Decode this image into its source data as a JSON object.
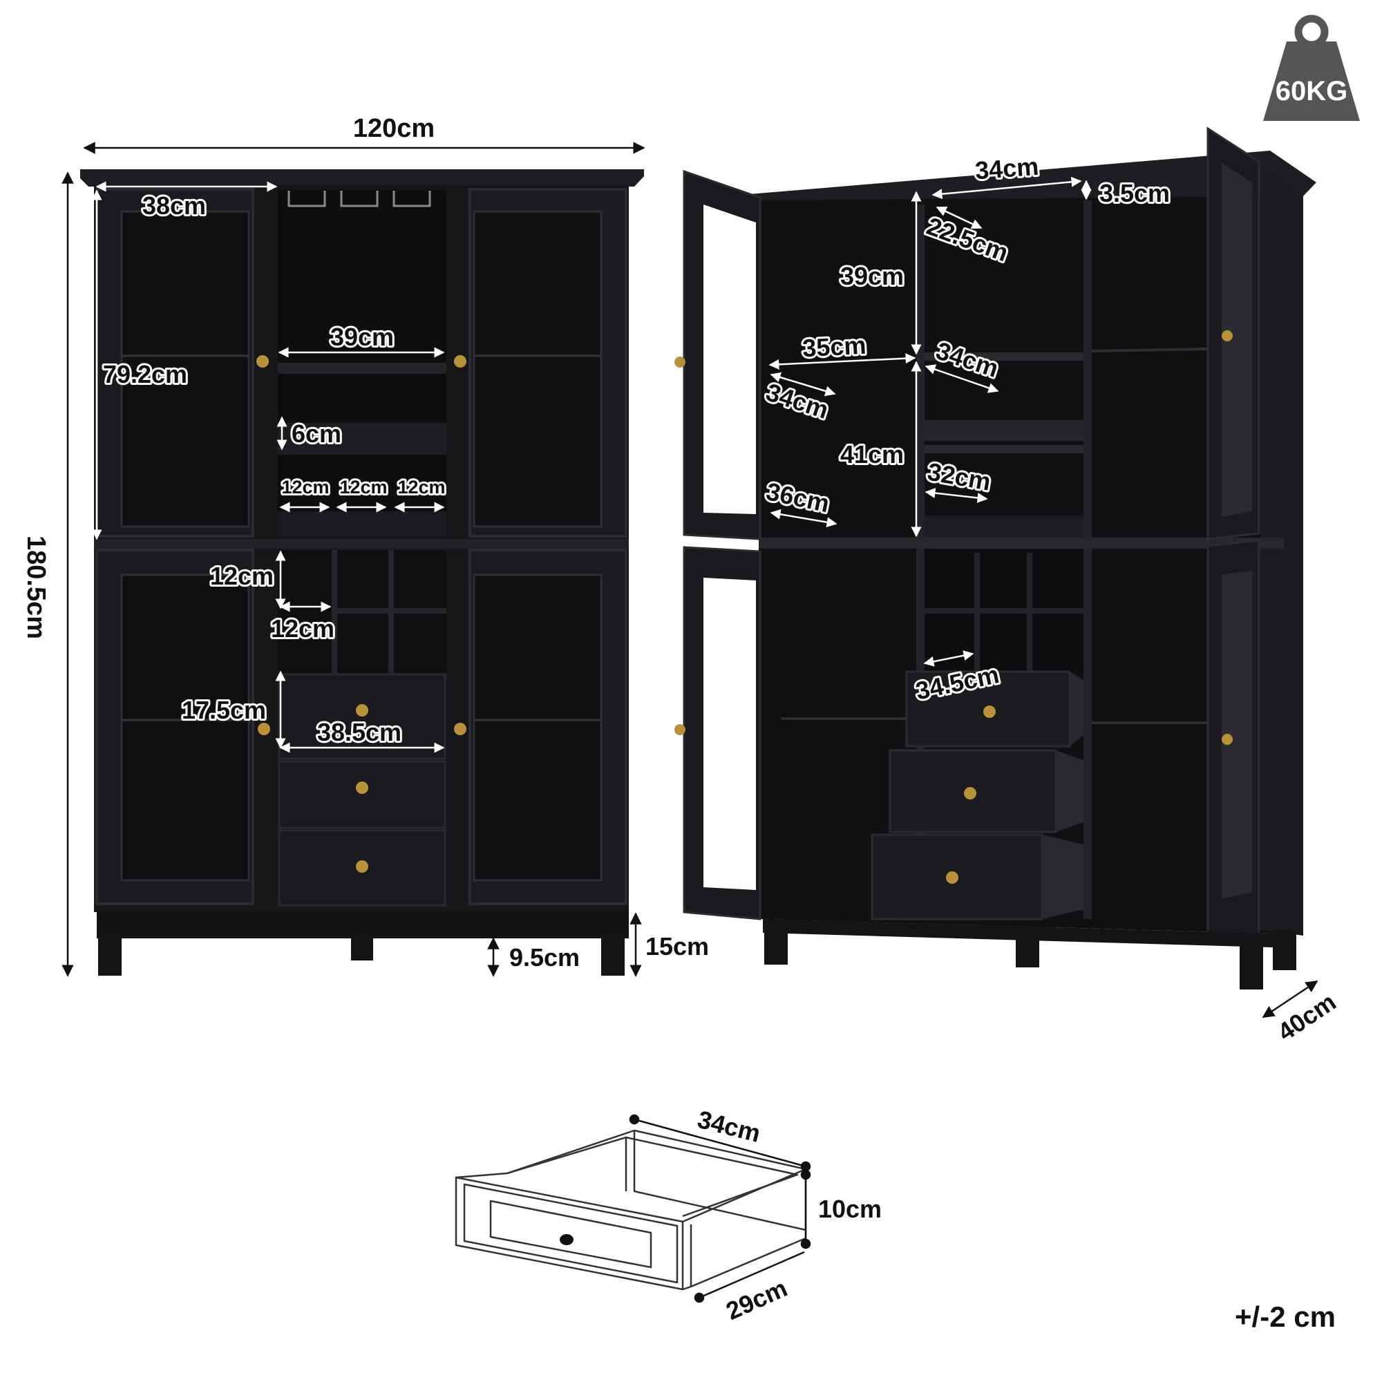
{
  "weight_badge": {
    "text": "60KG",
    "icon": "weight-icon",
    "color": "#555555"
  },
  "tolerance": "+/-2 cm",
  "colors": {
    "cabinet": "#17171a",
    "cabinet_edge": "#2c2c30",
    "interior": "#0f0f11",
    "knob": "#b8913a"
  },
  "front_view": {
    "width": "120cm",
    "height": "180.5cm",
    "door_width": "38cm",
    "door_height": "79.2cm",
    "upper_shelf_width": "39cm",
    "shelf_gap": "6cm",
    "rack_slots": [
      "12cm",
      "12cm",
      "12cm"
    ],
    "cubby_height": "12cm",
    "cubby_width": "12cm",
    "drawer_height": "17.5cm",
    "drawer_width": "38.5cm",
    "leg_height": "9.5cm",
    "base_height": "15cm"
  },
  "open_view": {
    "glass_rack_width": "34cm",
    "glass_rack_height": "3.5cm",
    "glass_rack_depth": "22.5cm",
    "upper_height": "39cm",
    "side_shelf_width": "35cm",
    "side_shelf_depth": "34cm",
    "center_shelf_depth": "34cm",
    "lower_height": "41cm",
    "center_drawer_depth": "32cm",
    "cabinet_depth": "36cm",
    "drawer_depth": "34.5cm",
    "overall_depth": "40cm"
  },
  "drawer_detail": {
    "length": "34cm",
    "height": "10cm",
    "width": "29cm"
  }
}
